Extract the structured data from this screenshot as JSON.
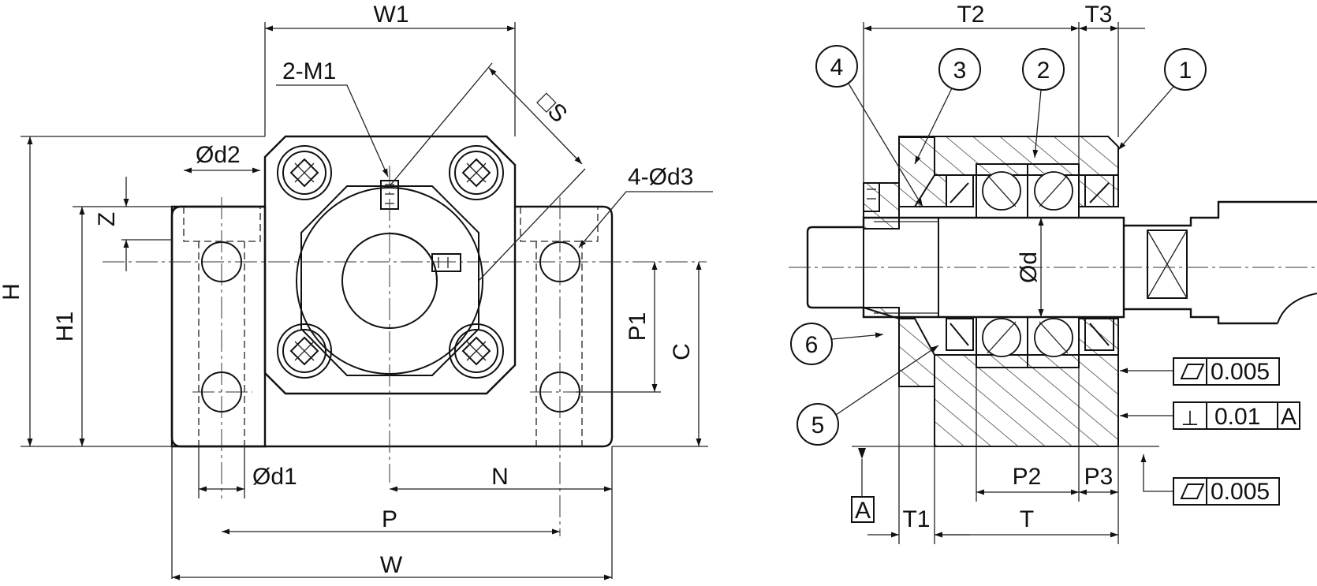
{
  "labels": {
    "W1": "W1",
    "M1": "2-M1",
    "S": "□S",
    "d2": "Ød2",
    "d3": "4-Ød3",
    "Z": "Z",
    "H": "H",
    "H1": "H1",
    "P1": "P1",
    "C": "C",
    "d1": "Ød1",
    "N": "N",
    "P": "P",
    "W": "W",
    "T2": "T2",
    "T3": "T3",
    "d": "Ød",
    "P2": "P2",
    "P3": "P3",
    "T1": "T1",
    "T": "T",
    "A": "A"
  },
  "parts": [
    "1",
    "2",
    "3",
    "4",
    "5",
    "6"
  ],
  "tolerances": [
    {
      "symbol": "▱",
      "value": "0.005",
      "datum": ""
    },
    {
      "symbol": "⊥",
      "value": "0.01",
      "datum": "A"
    },
    {
      "symbol": "▱",
      "value": "0.005",
      "datum": ""
    }
  ]
}
